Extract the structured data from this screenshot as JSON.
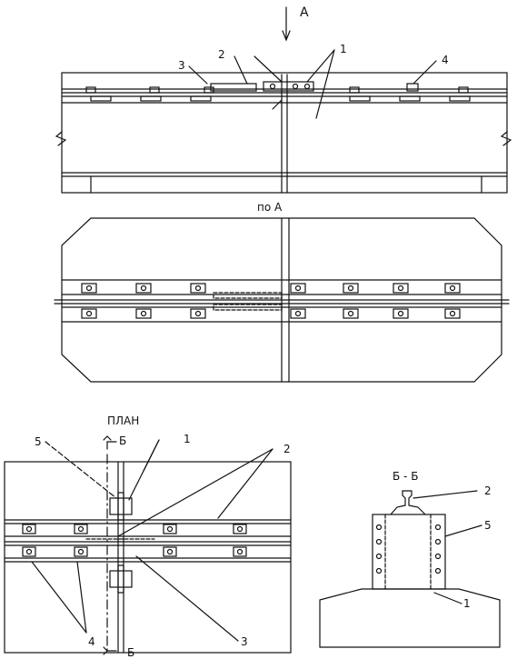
{
  "views": {
    "arrow_label": "А",
    "view_title": "по А",
    "plan_title": "ПЛАН",
    "section_mark_top": "Б",
    "section_mark_bottom": "Б",
    "section_title": "Б - Б"
  },
  "callouts": {
    "elevation": {
      "n1": "1",
      "n2": "2",
      "n3": "3",
      "n4": "4"
    },
    "plan": {
      "n1": "1",
      "n2": "2",
      "n3": "3",
      "n4": "4",
      "n5": "5"
    },
    "section": {
      "n1": "1",
      "n2": "2",
      "n5": "5"
    }
  }
}
